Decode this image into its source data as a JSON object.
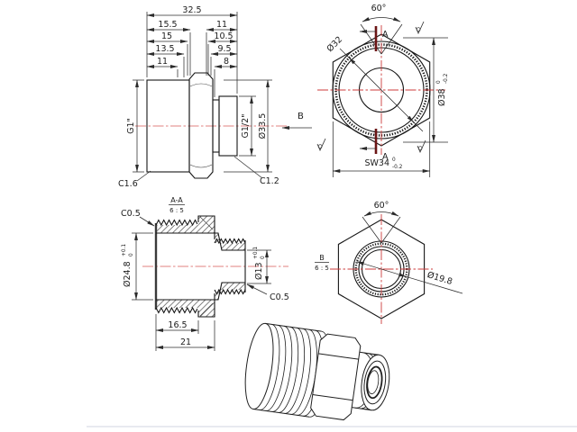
{
  "colors": {
    "line": "#161616",
    "dimension": "#2b2b2b",
    "centerline_soft": "#e0807f",
    "centerline_strong": "#cc3b3b",
    "section_line": "#6b1515",
    "background": "#ffffff",
    "footer_rule": "#e0e4eb"
  },
  "side_view": {
    "dim_overall": "32.5",
    "dims_left": [
      "15.5",
      "15",
      "13.5",
      "11"
    ],
    "dims_right": [
      "11",
      "10.5",
      "9.5",
      "8"
    ],
    "thread_left_label": "G1\"",
    "thread_right_label": "G1/2\"",
    "dim_diameter": "Ø33.5",
    "chamfer_left": "C1.6",
    "chamfer_right": "C1.2",
    "view_label": "B"
  },
  "front_view": {
    "angle_label": "60°",
    "section_label": "A",
    "dim_thread": "Ø32",
    "dim_outer": "Ø38",
    "dim_outer_tol_upper": "0",
    "dim_outer_tol_lower": "-0.2",
    "dim_flats": "SW34",
    "dim_flats_tol_upper": "0",
    "dim_flats_tol_lower": "-0.2"
  },
  "section_view": {
    "label": "A-A",
    "scale": "6 : 5",
    "chamfer_top": "C0.5",
    "chamfer_bottom": "C0.5",
    "dim_bore": "Ø24.8",
    "bore_tol_upper": "+0.1",
    "bore_tol_lower": "0",
    "dim_bore_small": "Ø13",
    "bore_small_tol_upper": "+0.1",
    "bore_small_tol_lower": "0",
    "dim_len_thread": "16.5",
    "dim_len_total": "21"
  },
  "detail_view": {
    "label": "B",
    "scale": "6 : 5",
    "angle_label": "60°",
    "dim_thread": "Ø19.8"
  }
}
